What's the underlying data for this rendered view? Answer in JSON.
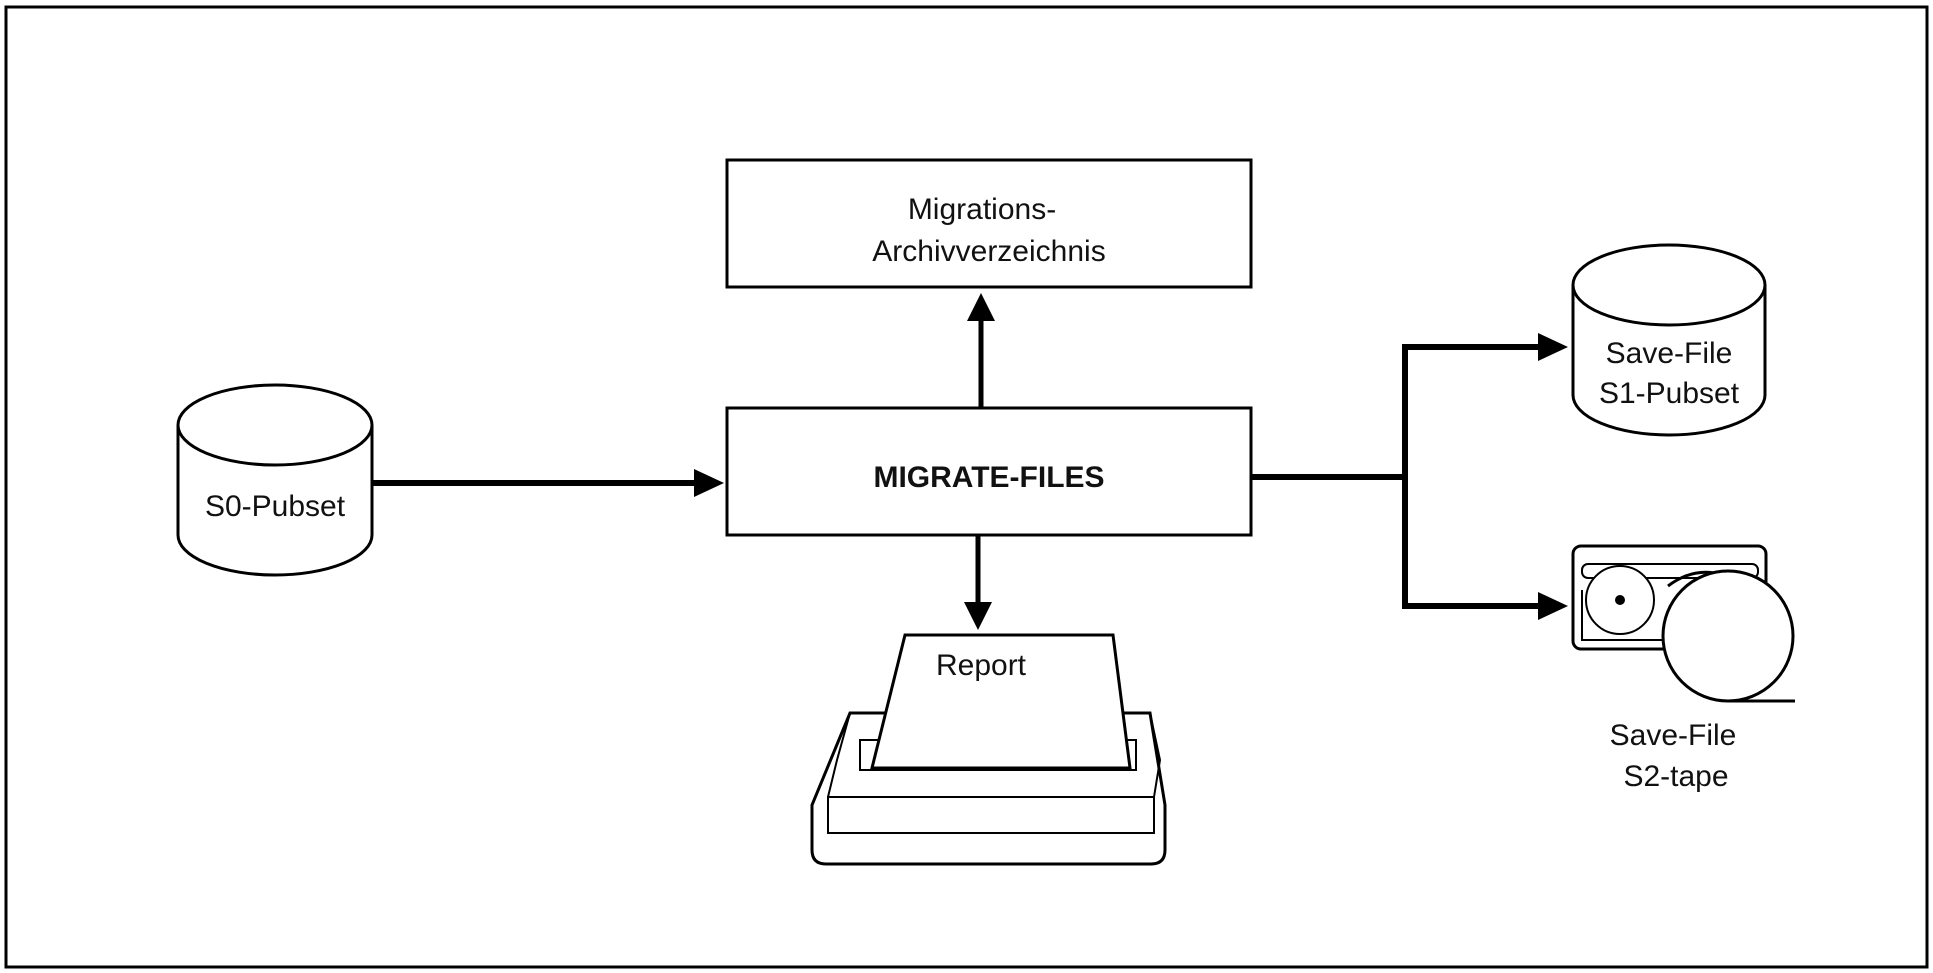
{
  "diagram": {
    "nodes": {
      "source": {
        "label": "S0-Pubset",
        "icon": "disk-cylinder-icon"
      },
      "process": {
        "label": "MIGRATE-FILES"
      },
      "archive": {
        "line1": "Migrations-",
        "line2": "Archivverzeichnis"
      },
      "report": {
        "label": "Report",
        "icon": "printer-icon"
      },
      "save_disk": {
        "line1": "Save-File",
        "line2": "S1-Pubset",
        "icon": "disk-cylinder-icon"
      },
      "save_tape": {
        "line1": "Save-File",
        "line2": "S2-tape",
        "icon": "tape-reel-icon"
      }
    },
    "edges": [
      {
        "from": "source",
        "to": "process"
      },
      {
        "from": "process",
        "to": "archive"
      },
      {
        "from": "process",
        "to": "report"
      },
      {
        "from": "process",
        "to": "save_disk"
      },
      {
        "from": "process",
        "to": "save_tape"
      }
    ],
    "colors": {
      "stroke": "#000000",
      "background": "#ffffff"
    }
  }
}
